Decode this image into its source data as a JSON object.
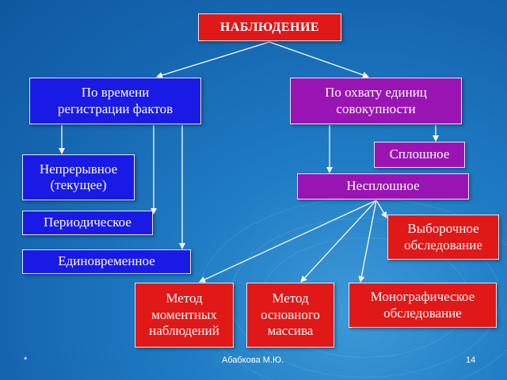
{
  "nodes": {
    "root": "НАБЛЮДЕНИЕ",
    "by_time": "По времени\nрегистрации фактов",
    "by_coverage": "По охвату единиц\nсовокупности",
    "continuous": "Непрерывное\n(текущее)",
    "periodic": "Периодическое",
    "one_time": "Единовременное",
    "complete": "Сплошное",
    "incomplete": "Несплошное",
    "sample": "Выборочное\nобследование",
    "moment": "Метод\nмоментных\nнаблюдений",
    "main_array": "Метод\nосновного\nмассива",
    "monographic": "Монографическое\nобследование"
  },
  "footer": {
    "left": "*",
    "center": "Абабкова М.Ю.",
    "page": "14"
  },
  "colors": {
    "background": "#1f7cc4",
    "red": "#e01818",
    "blue": "#1a1ae6",
    "purple": "#9a14b4",
    "arrow": "#ffffff"
  }
}
